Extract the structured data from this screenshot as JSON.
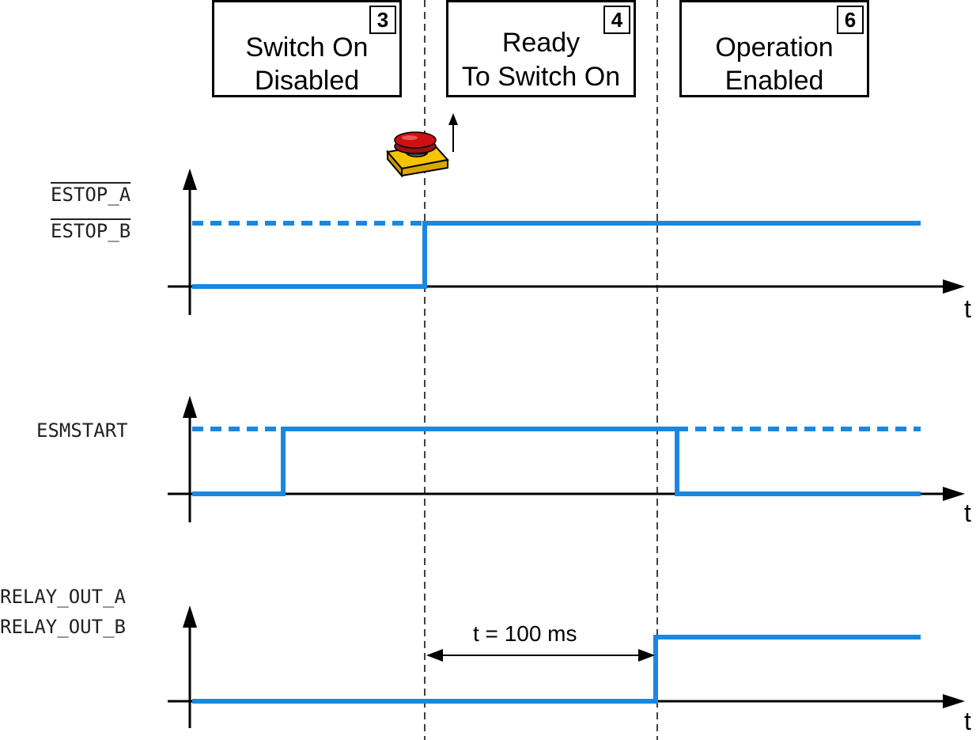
{
  "states": [
    {
      "id": "switch_on_disabled",
      "number": "3",
      "lines": [
        "Switch On",
        "Disabled"
      ]
    },
    {
      "id": "ready_to_switch_on",
      "number": "4",
      "lines": [
        "Ready",
        "To Switch On"
      ]
    },
    {
      "id": "operation_enabled",
      "number": "6",
      "lines": [
        "Operation",
        "Enabled"
      ]
    }
  ],
  "signals": {
    "estop": {
      "line1": "ESTOP_A",
      "line2": "ESTOP_B"
    },
    "esmstart": {
      "label": "ESMSTART"
    },
    "relay": {
      "line1": "RELAY_OUT_A",
      "line2": "RELAY_OUT_B"
    }
  },
  "axis_label": "t",
  "duration_label": "t = 100 ms",
  "icons": {
    "emergency_stop": "emergency-stop-button-icon"
  },
  "colors": {
    "signal": "#1a87e0",
    "axis": "#000000",
    "button_red": "#cc1111",
    "button_yellow": "#f5c400"
  }
}
